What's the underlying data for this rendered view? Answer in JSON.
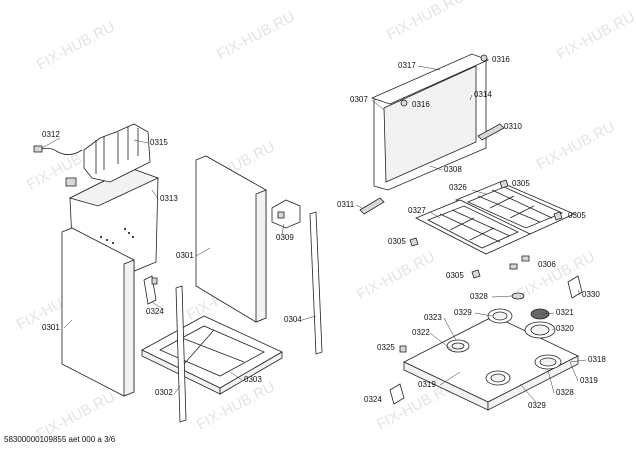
{
  "watermark": "FIX-HUB.RU",
  "footer": "58300000109855 aet 000 a 3/6",
  "labels": {
    "p0312": "0312",
    "p0315": "0315",
    "p0313": "0313",
    "p0301_left": "0301",
    "p0324_mid": "0324",
    "p0301_mid": "0301",
    "p0309": "0309",
    "p0304": "0304",
    "p0303": "0303",
    "p0302": "0302",
    "p0317": "0317",
    "p0316_top": "0316",
    "p0307": "0307",
    "p0316_mid": "0316",
    "p0314": "0314",
    "p0310": "0310",
    "p0308": "0308",
    "p0311": "0311",
    "p0326": "0326",
    "p0305_a": "0305",
    "p0327": "0327",
    "p0305_b": "0305",
    "p0305_c": "0305",
    "p0305_d": "0305",
    "p0306": "0306",
    "p0328_top": "0328",
    "p0330": "0330",
    "p0329_top": "0329",
    "p0321": "0321",
    "p0323": "0323",
    "p0320": "0320",
    "p0322": "0322",
    "p0325": "0325",
    "p0318": "0318",
    "p0319_left": "0319",
    "p0319_right": "0319",
    "p0328_bot": "0328",
    "p0329_bot": "0329",
    "p0324_bot": "0324"
  }
}
